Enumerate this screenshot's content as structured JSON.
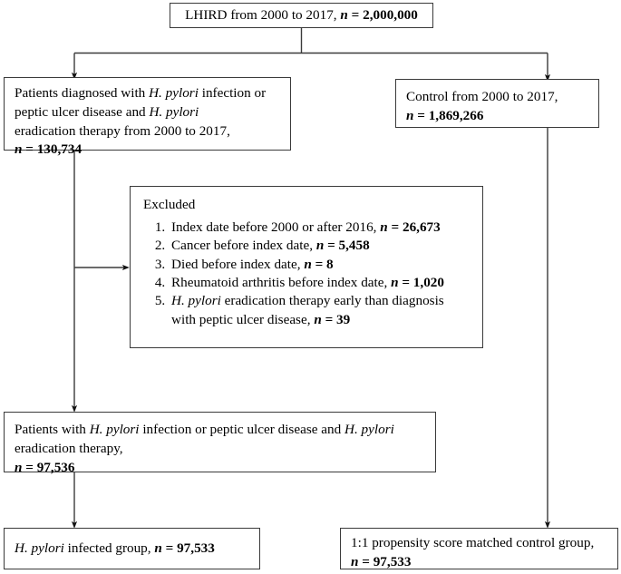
{
  "diagram": {
    "title": "Study population flow diagram",
    "stroke_color": "#3a3a3a",
    "background": "#ffffff",
    "boxes": {
      "source": {
        "text": "LHIRD from 2000 to 2017, ",
        "n_label": "n",
        "n_eq": " = ",
        "n_value": "2,000,000"
      },
      "exposed_pool": {
        "line1_a": "Patients diagnosed with ",
        "line1_ital": "H. pylori",
        "line1_b": " infection or",
        "line2_a": "peptic ulcer disease and ",
        "line2_ital": "H. pylori",
        "line3": "eradication therapy from 2000 to 2017,",
        "n_label": "n",
        "n_eq": " = ",
        "n_value": "130,734"
      },
      "control_pool": {
        "line1": "Control from 2000 to 2017,",
        "n_label": "n",
        "n_eq": " = ",
        "n_value": "1,869,266"
      },
      "excluded": {
        "heading": "Excluded",
        "items": [
          {
            "text_a": "Index date before 2000 or after 2016, ",
            "text_ital": "",
            "text_b": "",
            "n_label": "n",
            "n_eq": " = ",
            "n_value": "26,673"
          },
          {
            "text_a": "Cancer before index date, ",
            "text_ital": "",
            "text_b": "",
            "n_label": "n",
            "n_eq": " = ",
            "n_value": "5,458"
          },
          {
            "text_a": "Died before index date, ",
            "text_ital": "",
            "text_b": "",
            "n_label": "n",
            "n_eq": " = ",
            "n_value": "8"
          },
          {
            "text_a": "Rheumatoid arthritis  before index date, ",
            "text_ital": "",
            "text_b": "",
            "n_label": "n",
            "n_eq": " = ",
            "n_value": "1,020"
          },
          {
            "text_a": "",
            "text_ital": "H. pylori",
            "text_b": " eradication therapy early than diagnosis",
            "text_line2": "with peptic ulcer disease, ",
            "n_label": "n",
            "n_eq": " = ",
            "n_value": "39"
          }
        ]
      },
      "included": {
        "line1_a": "Patients with ",
        "line1_ital1": "H. pylori",
        "line1_b": " infection or peptic ulcer disease and ",
        "line1_ital2": "H. pylori",
        "line2": "eradication therapy,",
        "n_label": "n",
        "n_eq": " = ",
        "n_value": "97,536"
      },
      "final_exposed": {
        "text_ital": "H. pylori",
        "text_a": " infected group, ",
        "n_label": "n",
        "n_eq": " = ",
        "n_value": "97,533"
      },
      "final_control": {
        "line1": "1:1 propensity score matched control group,",
        "n_label": "n",
        "n_eq": " = ",
        "n_value": "97,533"
      }
    }
  }
}
